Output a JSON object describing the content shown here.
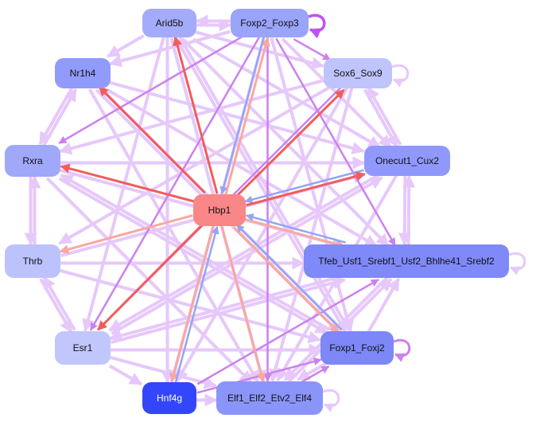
{
  "title": "Regulatory network",
  "colors": {
    "edge_default": "#e6c8fb",
    "edge_purple": "#cc80f0",
    "edge_red": "#f25c5c",
    "edge_salmon": "#f9a8a0",
    "edge_blue": "#93a5f5",
    "self_loop_strong": "#c050f0"
  },
  "nodes": [
    {
      "id": "Arid5b",
      "label": "Arid5b",
      "color": "#a4abfa",
      "text_color": "#111111"
    },
    {
      "id": "Foxp2_Foxp3",
      "label": "Foxp2_Foxp3",
      "color": "#9aa4fb",
      "text_color": "#111111"
    },
    {
      "id": "Nr1h4",
      "label": "Nr1h4",
      "color": "#919bfb",
      "text_color": "#111111"
    },
    {
      "id": "Sox6_Sox9",
      "label": "Sox6_Sox9",
      "color": "#bfc4fc",
      "text_color": "#111111"
    },
    {
      "id": "Rxra",
      "label": "Rxra",
      "color": "#a0a8fa",
      "text_color": "#111111"
    },
    {
      "id": "Onecut1_Cux2",
      "label": "Onecut1_Cux2",
      "color": "#9099fb",
      "text_color": "#111111"
    },
    {
      "id": "Hbp1",
      "label": "Hbp1",
      "color": "#f98787",
      "text_color": "#111111"
    },
    {
      "id": "Thrb",
      "label": "Thrb",
      "color": "#bcc2fc",
      "text_color": "#111111"
    },
    {
      "id": "Tfeb_Usf1_Srebf1_Usf2_Bhlhe41_Srebf2",
      "label": "Tfeb_Usf1_Srebf1_Usf2_Bhlhe41_Srebf2",
      "color": "#7f89f8",
      "text_color": "#111111"
    },
    {
      "id": "Esr1",
      "label": "Esr1",
      "color": "#c1c6fc",
      "text_color": "#111111"
    },
    {
      "id": "Foxp1_Foxj2",
      "label": "Foxp1_Foxj2",
      "color": "#7d87f8",
      "text_color": "#111111"
    },
    {
      "id": "Hnf4g",
      "label": "Hnf4g",
      "color": "#3446fb",
      "text_color": "#ffffff"
    },
    {
      "id": "Elf1_Elf2_Etv2_Elf4",
      "label": "Elf1_Elf2_Etv2_Elf4",
      "color": "#8b95f9",
      "text_color": "#111111"
    }
  ],
  "edges": [
    {
      "from": "Hbp1",
      "to": "Rxra",
      "type": "red"
    },
    {
      "from": "Hbp1",
      "to": "Arid5b",
      "type": "red"
    },
    {
      "from": "Hbp1",
      "to": "Nr1h4",
      "type": "red"
    },
    {
      "from": "Hbp1",
      "to": "Sox6_Sox9",
      "type": "red"
    },
    {
      "from": "Hbp1",
      "to": "Onecut1_Cux2",
      "type": "red"
    },
    {
      "from": "Hbp1",
      "to": "Esr1",
      "type": "red"
    },
    {
      "from": "Hbp1",
      "to": "Thrb",
      "type": "salmon"
    },
    {
      "from": "Hbp1",
      "to": "Tfeb_Usf1_Srebf1_Usf2_Bhlhe41_Srebf2",
      "type": "salmon"
    },
    {
      "from": "Hbp1",
      "to": "Foxp2_Foxp3",
      "type": "salmon"
    },
    {
      "from": "Hbp1",
      "to": "Elf1_Elf2_Etv2_Elf4",
      "type": "salmon"
    },
    {
      "from": "Hbp1",
      "to": "Hnf4g",
      "type": "salmon"
    },
    {
      "from": "Hbp1",
      "to": "Foxp1_Foxj2",
      "type": "salmon"
    },
    {
      "from": "Foxp2_Foxp3",
      "to": "Hbp1",
      "type": "blue"
    },
    {
      "from": "Onecut1_Cux2",
      "to": "Hbp1",
      "type": "blue"
    },
    {
      "from": "Foxp1_Foxj2",
      "to": "Hbp1",
      "type": "blue"
    },
    {
      "from": "Hnf4g",
      "to": "Hbp1",
      "type": "blue"
    },
    {
      "from": "Tfeb_Usf1_Srebf1_Usf2_Bhlhe41_Srebf2",
      "to": "Hbp1",
      "type": "blue"
    },
    {
      "from": "Foxp2_Foxp3",
      "to": "Foxp2_Foxp3",
      "type": "self_strong"
    },
    {
      "from": "Foxp1_Foxj2",
      "to": "Foxp1_Foxj2",
      "type": "self_purple"
    },
    {
      "from": "Sox6_Sox9",
      "to": "Sox6_Sox9",
      "type": "self"
    },
    {
      "from": "Tfeb_Usf1_Srebf1_Usf2_Bhlhe41_Srebf2",
      "to": "Tfeb_Usf1_Srebf1_Usf2_Bhlhe41_Srebf2",
      "type": "self"
    },
    {
      "from": "Elf1_Elf2_Etv2_Elf4",
      "to": "Elf1_Elf2_Etv2_Elf4",
      "type": "self"
    },
    {
      "from": "Arid5b",
      "to": "Foxp2_Foxp3",
      "type": "default"
    },
    {
      "from": "Foxp2_Foxp3",
      "to": "Arid5b",
      "type": "default"
    },
    {
      "from": "Foxp2_Foxp3",
      "to": "Sox6_Sox9",
      "type": "purple"
    },
    {
      "from": "Arid5b",
      "to": "Nr1h4",
      "type": "default"
    },
    {
      "from": "Arid5b",
      "to": "Sox6_Sox9",
      "type": "default"
    },
    {
      "from": "Nr1h4",
      "to": "Rxra",
      "type": "default"
    },
    {
      "from": "Rxra",
      "to": "Nr1h4",
      "type": "default"
    },
    {
      "from": "Rxra",
      "to": "Thrb",
      "type": "default"
    },
    {
      "from": "Thrb",
      "to": "Rxra",
      "type": "default"
    },
    {
      "from": "Thrb",
      "to": "Esr1",
      "type": "default"
    },
    {
      "from": "Esr1",
      "to": "Thrb",
      "type": "default"
    },
    {
      "from": "Esr1",
      "to": "Hnf4g",
      "type": "default"
    },
    {
      "from": "Hnf4g",
      "to": "Elf1_Elf2_Etv2_Elf4",
      "type": "default"
    },
    {
      "from": "Elf1_Elf2_Etv2_Elf4",
      "to": "Foxp1_Foxj2",
      "type": "purple"
    },
    {
      "from": "Foxp1_Foxj2",
      "to": "Elf1_Elf2_Etv2_Elf4",
      "type": "default"
    },
    {
      "from": "Foxp1_Foxj2",
      "to": "Tfeb_Usf1_Srebf1_Usf2_Bhlhe41_Srebf2",
      "type": "default"
    },
    {
      "from": "Tfeb_Usf1_Srebf1_Usf2_Bhlhe41_Srebf2",
      "to": "Onecut1_Cux2",
      "type": "default"
    },
    {
      "from": "Onecut1_Cux2",
      "to": "Tfeb_Usf1_Srebf1_Usf2_Bhlhe41_Srebf2",
      "type": "default"
    },
    {
      "from": "Onecut1_Cux2",
      "to": "Sox6_Sox9",
      "type": "default"
    },
    {
      "from": "Sox6_Sox9",
      "to": "Onecut1_Cux2",
      "type": "default"
    },
    {
      "from": "Arid5b",
      "to": "Onecut1_Cux2",
      "type": "default"
    },
    {
      "from": "Arid5b",
      "to": "Esr1",
      "type": "default"
    },
    {
      "from": "Arid5b",
      "to": "Foxp1_Foxj2",
      "type": "default"
    },
    {
      "from": "Arid5b",
      "to": "Tfeb_Usf1_Srebf1_Usf2_Bhlhe41_Srebf2",
      "type": "default"
    },
    {
      "from": "Arid5b",
      "to": "Hnf4g",
      "type": "default"
    },
    {
      "from": "Arid5b",
      "to": "Elf1_Elf2_Etv2_Elf4",
      "type": "default"
    },
    {
      "from": "Foxp2_Foxp3",
      "to": "Rxra",
      "type": "purple"
    },
    {
      "from": "Foxp2_Foxp3",
      "to": "Nr1h4",
      "type": "default"
    },
    {
      "from": "Foxp2_Foxp3",
      "to": "Esr1",
      "type": "purple"
    },
    {
      "from": "Foxp2_Foxp3",
      "to": "Elf1_Elf2_Etv2_Elf4",
      "type": "purple"
    },
    {
      "from": "Foxp2_Foxp3",
      "to": "Tfeb_Usf1_Srebf1_Usf2_Bhlhe41_Srebf2",
      "type": "purple"
    },
    {
      "from": "Foxp2_Foxp3",
      "to": "Foxp1_Foxj2",
      "type": "default"
    },
    {
      "from": "Foxp2_Foxp3",
      "to": "Onecut1_Cux2",
      "type": "default"
    },
    {
      "from": "Foxp2_Foxp3",
      "to": "Hnf4g",
      "type": "default"
    },
    {
      "from": "Nr1h4",
      "to": "Onecut1_Cux2",
      "type": "default"
    },
    {
      "from": "Nr1h4",
      "to": "Foxp1_Foxj2",
      "type": "default"
    },
    {
      "from": "Nr1h4",
      "to": "Elf1_Elf2_Etv2_Elf4",
      "type": "default"
    },
    {
      "from": "Nr1h4",
      "to": "Tfeb_Usf1_Srebf1_Usf2_Bhlhe41_Srebf2",
      "type": "default"
    },
    {
      "from": "Sox6_Sox9",
      "to": "Rxra",
      "type": "default"
    },
    {
      "from": "Sox6_Sox9",
      "to": "Esr1",
      "type": "purple"
    },
    {
      "from": "Sox6_Sox9",
      "to": "Elf1_Elf2_Etv2_Elf4",
      "type": "default"
    },
    {
      "from": "Sox6_Sox9",
      "to": "Thrb",
      "type": "default"
    },
    {
      "from": "Sox6_Sox9",
      "to": "Hnf4g",
      "type": "default"
    },
    {
      "from": "Rxra",
      "to": "Onecut1_Cux2",
      "type": "default"
    },
    {
      "from": "Rxra",
      "to": "Tfeb_Usf1_Srebf1_Usf2_Bhlhe41_Srebf2",
      "type": "default"
    },
    {
      "from": "Rxra",
      "to": "Elf1_Elf2_Etv2_Elf4",
      "type": "default"
    },
    {
      "from": "Rxra",
      "to": "Foxp1_Foxj2",
      "type": "default"
    },
    {
      "from": "Thrb",
      "to": "Onecut1_Cux2",
      "type": "default"
    },
    {
      "from": "Thrb",
      "to": "Tfeb_Usf1_Srebf1_Usf2_Bhlhe41_Srebf2",
      "type": "default"
    },
    {
      "from": "Thrb",
      "to": "Foxp1_Foxj2",
      "type": "default"
    },
    {
      "from": "Esr1",
      "to": "Foxp1_Foxj2",
      "type": "default"
    },
    {
      "from": "Esr1",
      "to": "Onecut1_Cux2",
      "type": "default"
    },
    {
      "from": "Esr1",
      "to": "Tfeb_Usf1_Srebf1_Usf2_Bhlhe41_Srebf2",
      "type": "default"
    },
    {
      "from": "Esr1",
      "to": "Elf1_Elf2_Etv2_Elf4",
      "type": "default"
    },
    {
      "from": "Hnf4g",
      "to": "Foxp1_Foxj2",
      "type": "purple"
    },
    {
      "from": "Hnf4g",
      "to": "Tfeb_Usf1_Srebf1_Usf2_Bhlhe41_Srebf2",
      "type": "purple"
    },
    {
      "from": "Onecut1_Cux2",
      "to": "Elf1_Elf2_Etv2_Elf4",
      "type": "default"
    },
    {
      "from": "Onecut1_Cux2",
      "to": "Esr1",
      "type": "default"
    },
    {
      "from": "Tfeb_Usf1_Srebf1_Usf2_Bhlhe41_Srebf2",
      "to": "Elf1_Elf2_Etv2_Elf4",
      "type": "default"
    },
    {
      "from": "Tfeb_Usf1_Srebf1_Usf2_Bhlhe41_Srebf2",
      "to": "Esr1",
      "type": "default"
    },
    {
      "from": "Elf1_Elf2_Etv2_Elf4",
      "to": "Tfeb_Usf1_Srebf1_Usf2_Bhlhe41_Srebf2",
      "type": "default"
    },
    {
      "from": "Foxp1_Foxj2",
      "to": "Rxra",
      "type": "default"
    },
    {
      "from": "Foxp1_Foxj2",
      "to": "Nr1h4",
      "type": "default"
    },
    {
      "from": "Foxp1_Foxj2",
      "to": "Arid5b",
      "type": "default"
    }
  ]
}
